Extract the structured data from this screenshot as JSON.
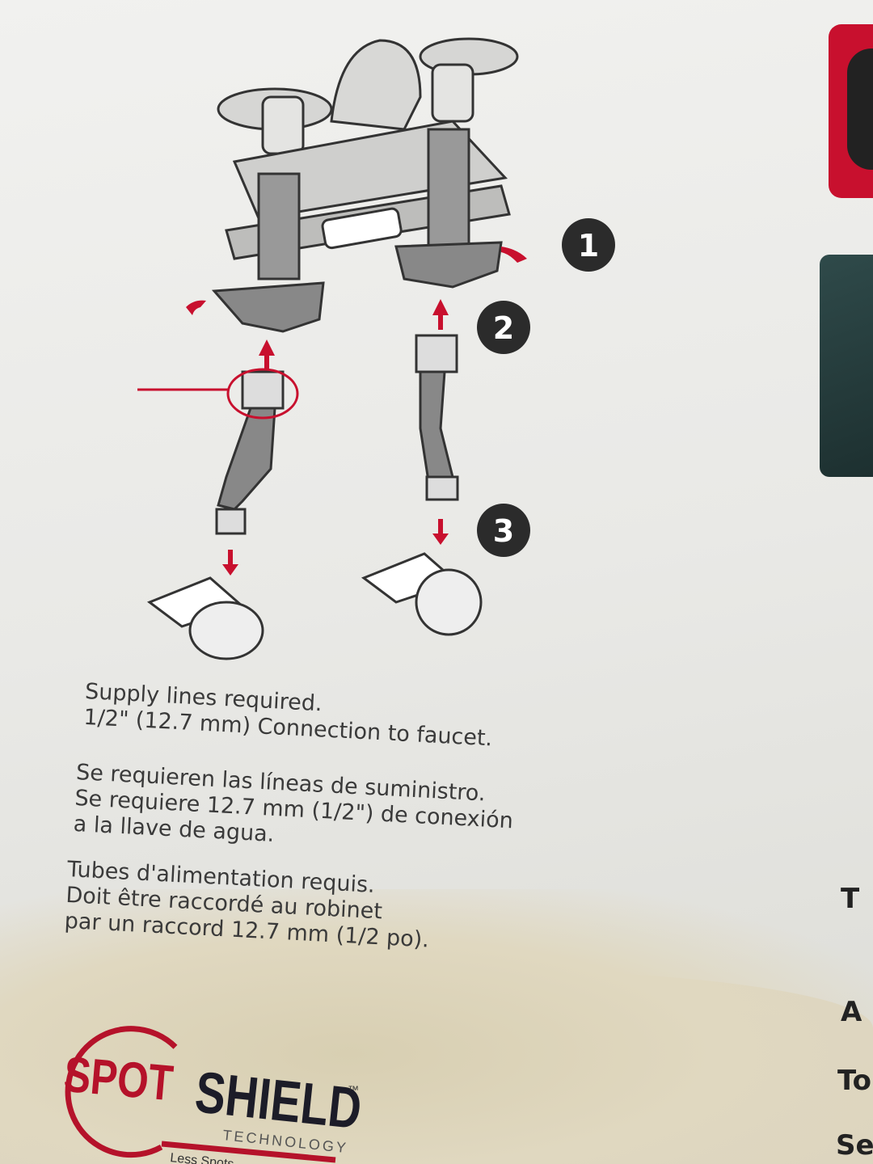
{
  "illustration": {
    "steps": [
      "1",
      "2",
      "3"
    ],
    "accent_color": "#c8102e"
  },
  "instructions": {
    "english": [
      "Supply lines required.",
      "1/2\" (12.7 mm) Connection to faucet."
    ],
    "spanish": [
      "Se requieren las líneas de suministro.",
      "Se requiere 12.7 mm (1/2\") de conexión",
      "a la llave de agua."
    ],
    "french": [
      "Tubes d'alimentation requis.",
      "Doit être raccordé au robinet",
      "par un raccord 12.7 mm (1/2 po)."
    ]
  },
  "logo": {
    "spot": "SPOT",
    "shield": "SHIELD",
    "tm": "™",
    "technology": "TECHNOLOGY",
    "tagline": "Less Spots"
  },
  "right_edge": [
    "T",
    "A",
    "To",
    "Se"
  ]
}
